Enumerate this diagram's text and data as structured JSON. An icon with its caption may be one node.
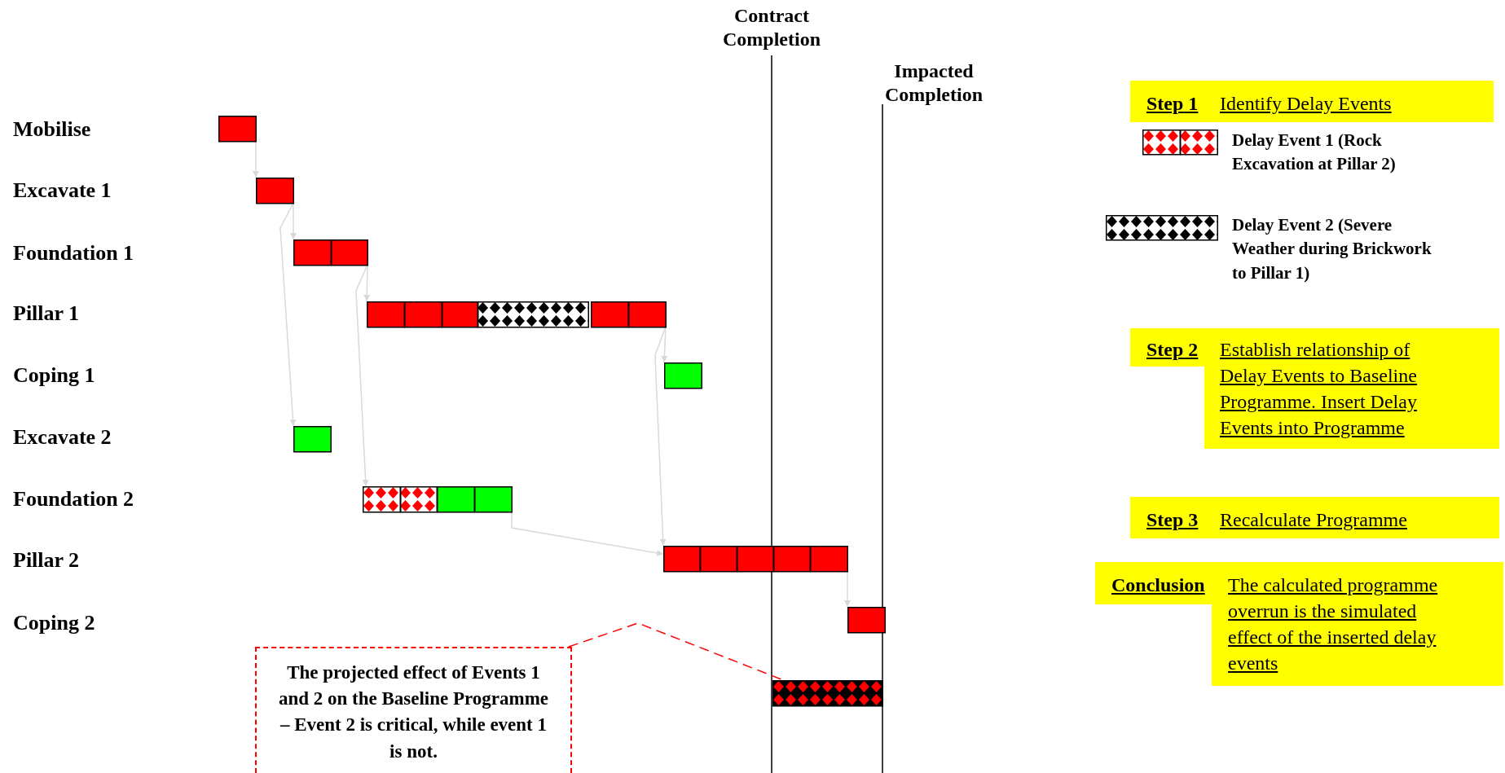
{
  "diagram": {
    "nodes": [
      {
        "text": [],
        "shape": "bar"
      },
      {
        "text": [],
        "shape": "bar"
      },
      {
        "text": [],
        "shape": "bar"
      },
      {
        "text": [],
        "shape": "bar"
      },
      {
        "text": [],
        "shape": "bar"
      },
      {
        "text": [],
        "shape": "bar"
      },
      {
        "text": [],
        "shape": "bar"
      },
      {
        "text": [],
        "shape": "bar"
      },
      {
        "text": [],
        "shape": "bar"
      },
      {
        "text": [],
        "shape": "bar"
      },
      {
        "text": [
          "The projected effect of Events 1 and 2 on the Baseline Programme – Event 2 is critical, while event 1 is not."
        ]
      },
      {
        "text": [
          "Step 1",
          "Identify Delay Events"
        ]
      },
      {
        "text": [
          "Step 2",
          "Establish relationship of Delay Events to Baseline Programme. Insert Delay Events into Programme"
        ]
      },
      {
        "text": [
          "Step 3",
          "Recalculate Programme"
        ]
      },
      {
        "text": [
          "Conclusion",
          "The calculated programme overrun is the simulated effect of the inserted delay events"
        ]
      }
    ],
    "edges": [
      {
        "from": 0,
        "to": 1,
        "arrow": "to"
      },
      {
        "from": 1,
        "to": 2,
        "arrow": "to"
      },
      {
        "from": 1,
        "to": 5,
        "arrow": "to"
      },
      {
        "from": 2,
        "to": 3,
        "arrow": "to"
      },
      {
        "from": 2,
        "to": 6,
        "arrow": "to"
      },
      {
        "from": 3,
        "to": 4,
        "arrow": "to"
      },
      {
        "from": 3,
        "to": 7,
        "arrow": "to"
      },
      {
        "from": 6,
        "to": 7,
        "arrow": "to"
      },
      {
        "from": 7,
        "to": 8,
        "arrow": "to"
      },
      {
        "from": 10,
        "to": 9,
        "arrow": "none",
        "style": "dashed",
        "color": "#ff0000"
      }
    ],
    "labels": [
      "Contract Completion",
      "Impacted Completion",
      "Mobilise",
      "Excavate 1",
      "Foundation 1",
      "Pillar 1",
      "Coping 1",
      "Excavate 2",
      "Foundation 2",
      "Pillar 2",
      "Coping 2"
    ],
    "legend": [
      {
        "text": "Delay Event 1 (Rock Excavation at Pillar 2)"
      },
      {
        "text": "Delay Event 2 (Severe Weather during Brickwork to Pillar 1)"
      }
    ]
  }
}
